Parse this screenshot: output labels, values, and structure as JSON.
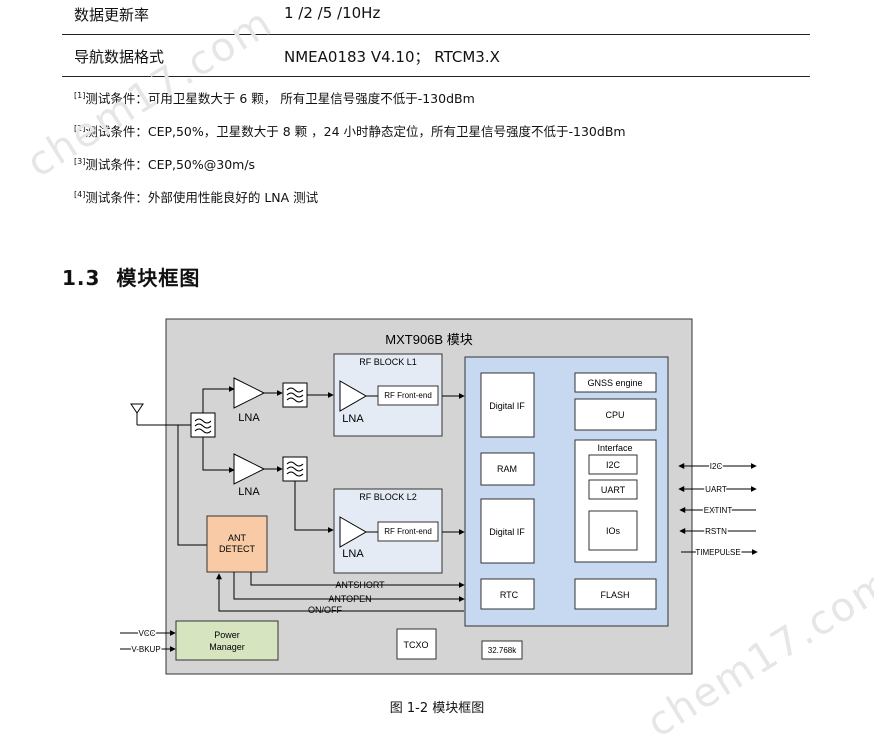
{
  "spec_table": [
    {
      "key": "数据更新率",
      "value": "1 /2 /5 /10Hz"
    },
    {
      "key": "导航数据格式",
      "value": "NMEA0183 V4.10； RTCM3.X"
    }
  ],
  "notes": [
    {
      "mark": "[1]",
      "text": "测试条件：可用卫星数大于 6 颗， 所有卫星信号强度不低于-130dBm"
    },
    {
      "mark": "[2]",
      "text": "测试条件：CEP,50%，卫星数大于 8 颗 ，24 小时静态定位，所有卫星信号强度不低于-130dBm"
    },
    {
      "mark": "[3]",
      "text": "测试条件：CEP,50%@30m/s"
    },
    {
      "mark": "[4]",
      "text": "测试条件：外部使用性能良好的 LNA 测试"
    }
  ],
  "section": {
    "number": "1.3",
    "title": "模块框图"
  },
  "diagram": {
    "module_title": "MXT906B 模块",
    "lna": "LNA",
    "rf_block_l1": "RF BLOCK L1",
    "rf_block_l2": "RF BLOCK L2",
    "rf_frontend": "RF Front-end",
    "digital_if": "Digital IF",
    "ram": "RAM",
    "rtc": "RTC",
    "gnss_engine": "GNSS engine",
    "cpu": "CPU",
    "interface": "Interface",
    "i2c": "I2C",
    "uart": "UART",
    "ios": "IOs",
    "flash": "FLASH",
    "ant_detect_1": "ANT",
    "ant_detect_2": "DETECT",
    "power_manager_1": "Power",
    "power_manager_2": "Manager",
    "tcxo": "TCXO",
    "crystal": "32.768k",
    "antshort": "ANTSHORT",
    "antopen": "ANTOPEN",
    "onoff": "ON/OFF",
    "vcc": "VCC",
    "vbkup": "V-BKUP",
    "pin_i2c": "I2C",
    "pin_uart": "UART",
    "pin_extint": "EXTINT",
    "pin_rstn": "RSTN",
    "pin_timepulse": "TIMEPULSE"
  },
  "caption": "图 1-2 模块框图",
  "watermark": "chem17.com",
  "colors": {
    "module_bg": "#d4d4d4",
    "rf_block_bg": "#e4ebf4",
    "digital_bg": "#c6d9f0",
    "ant_detect_bg": "#f8cba6",
    "power_bg": "#d7e4c0"
  }
}
